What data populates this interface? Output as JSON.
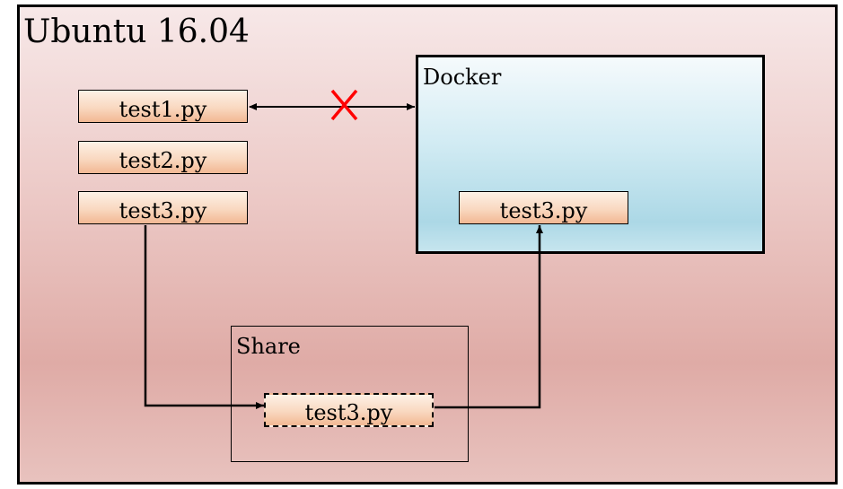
{
  "host": {
    "title": "Ubuntu 16.04"
  },
  "container": {
    "title": "Docker",
    "file": "test3.py"
  },
  "host_files": [
    "test1.py",
    "test2.py",
    "test3.py"
  ],
  "share": {
    "title": "Share",
    "file": "test3.py"
  },
  "colors": {
    "blocked_mark": "#ff0000",
    "line": "#000000"
  }
}
